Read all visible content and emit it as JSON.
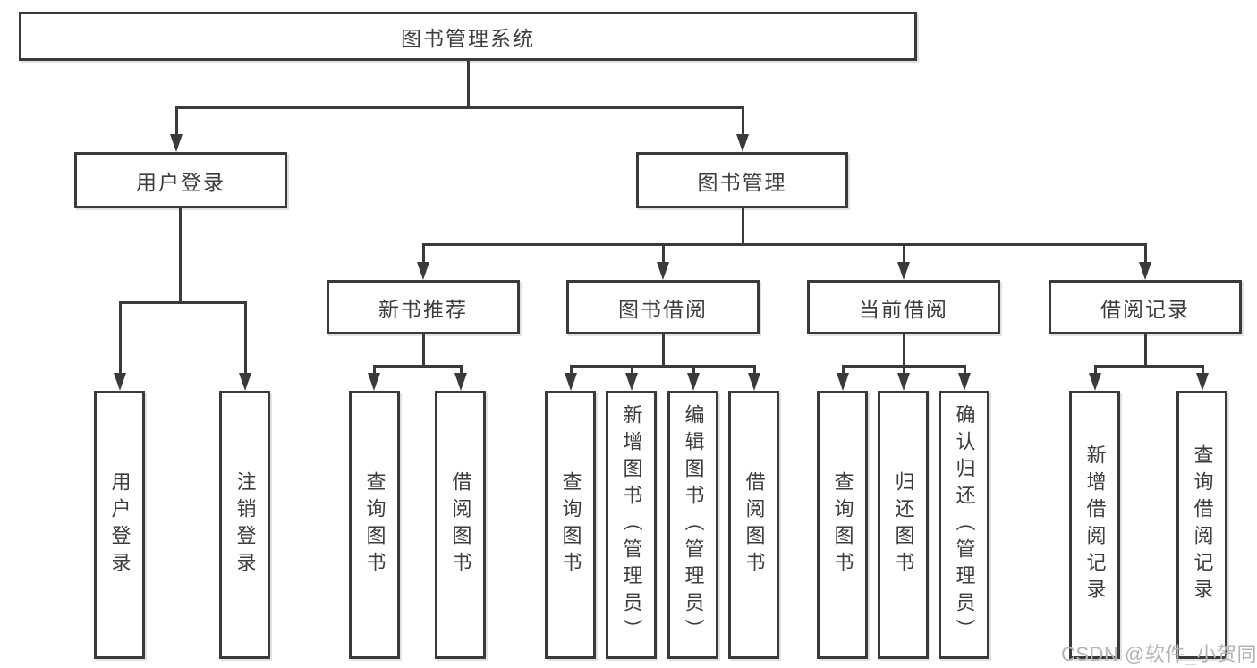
{
  "root": {
    "label": "图书管理系统"
  },
  "level2": [
    {
      "label": "用户登录",
      "children": [
        "用户登录",
        "注销登录"
      ]
    },
    {
      "label": "图书管理"
    }
  ],
  "modules": [
    {
      "label": "新书推荐",
      "children": [
        "查询图书",
        "借阅图书"
      ]
    },
    {
      "label": "图书借阅",
      "children": [
        "查询图书",
        "新增图书（管理员）",
        "编辑图书（管理员）",
        "借阅图书"
      ]
    },
    {
      "label": "当前借阅",
      "children": [
        "查询图书",
        "归还图书",
        "确认归还（管理员）"
      ]
    },
    {
      "label": "借阅记录",
      "children": [
        "新增借阅记录",
        "查询借阅记录"
      ]
    }
  ],
  "watermark": {
    "text": "CSDN @软件_小贺同学",
    "color": "#b2b4b8"
  },
  "colors": {
    "line": "#3a3a3a",
    "text": "#3d3d3d",
    "background": "#ffffff"
  }
}
